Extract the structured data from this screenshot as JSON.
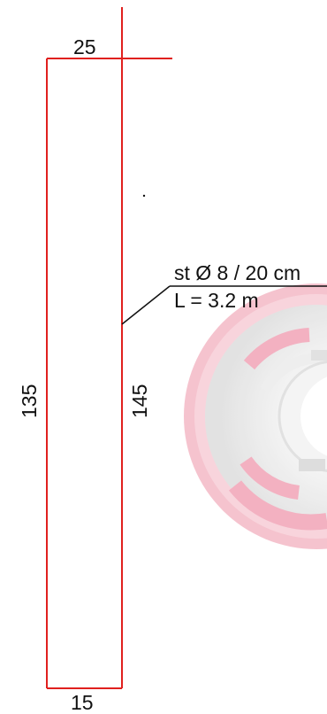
{
  "colors": {
    "bar_line": "#e0201e",
    "leader_line": "#111111",
    "text": "#111111",
    "watermark_primary": "#f0a8b8",
    "watermark_secondary": "#e6e6e6"
  },
  "dimensions": {
    "top": "25",
    "bottom": "15",
    "left_side": "135",
    "right_side": "145"
  },
  "callout": {
    "line1": "st Ø 8 / 20 cm",
    "line2": "L = 3.2 m"
  },
  "watermark": {
    "icon": "concentric-rings-logo-icon"
  }
}
